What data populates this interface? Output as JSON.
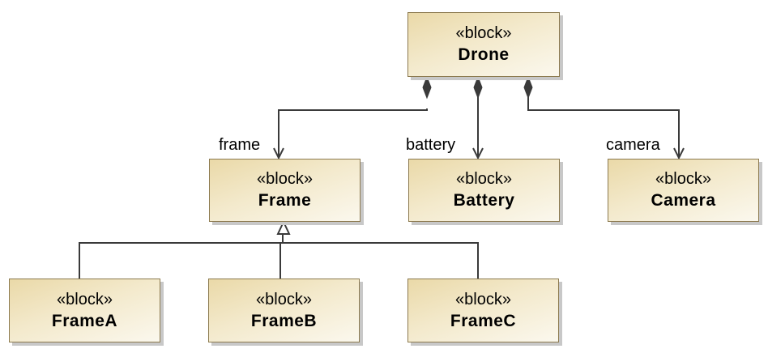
{
  "stereotype": "«block»",
  "blocks": {
    "drone": "Drone",
    "frame": "Frame",
    "battery": "Battery",
    "camera": "Camera",
    "frameA": "FrameA",
    "frameB": "FrameB",
    "frameC": "FrameC"
  },
  "roles": {
    "frame": "frame",
    "battery": "battery",
    "camera": "camera"
  },
  "colors": {
    "line": "#3a3a3a",
    "border": "#8c7a4f",
    "fill_dark": "#ead9a8",
    "fill_light": "#fbf8ee"
  }
}
